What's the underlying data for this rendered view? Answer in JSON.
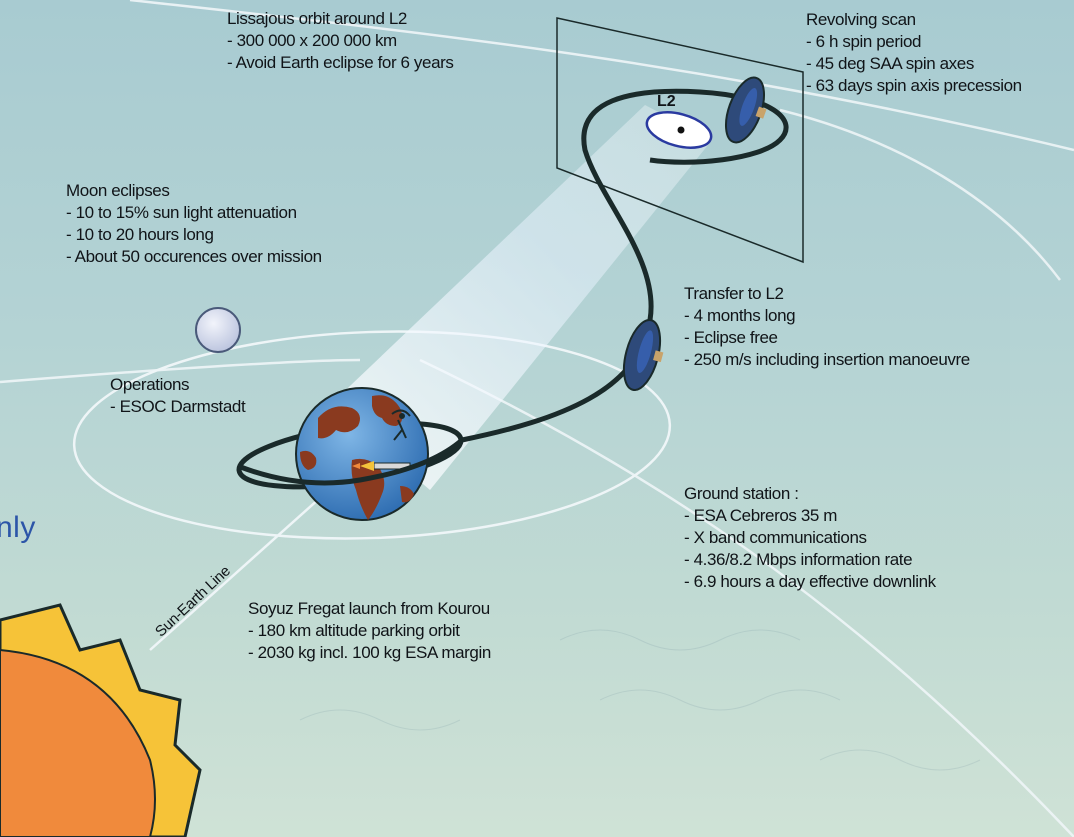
{
  "labels": {
    "lissajous": {
      "title": "Lissajous orbit around L2",
      "lines": [
        "- 300 000 x 200 000 km",
        "- Avoid Earth eclipse for 6 years"
      ]
    },
    "revolving": {
      "title": "Revolving scan",
      "lines": [
        "- 6 h spin period",
        "- 45 deg SAA spin axes",
        "- 63 days spin axis precession"
      ]
    },
    "moon": {
      "title": "Moon eclipses",
      "lines": [
        "- 10 to 15% sun light attenuation",
        "- 10 to 20 hours long",
        "- About 50 occurences over mission"
      ]
    },
    "transfer": {
      "title": "Transfer to L2",
      "lines": [
        "- 4 months long",
        "- Eclipse free",
        "- 250 m/s including insertion manoeuvre"
      ]
    },
    "operations": {
      "title": "Operations",
      "lines": [
        "- ESOC Darmstadt"
      ]
    },
    "ground": {
      "title": "Ground station :",
      "lines": [
        "- ESA Cebreros 35 m",
        "- X band communications",
        "- 4.36/8.2 Mbps information rate",
        "- 6.9 hours a day effective downlink"
      ]
    },
    "soyuz": {
      "title": "Soyuz Fregat launch from Kourou",
      "lines": [
        "- 180 km altitude parking orbit",
        "- 2030 kg incl. 100 kg ESA margin"
      ]
    }
  },
  "l2_label": "L2",
  "sun_earth_line": "Sun-Earth Line",
  "side_text": "nly",
  "colors": {
    "background": "#b2d1d3",
    "sun_core": "#f08a3c",
    "sun_rays": "#f6c338",
    "earth_ocean": "#3d84c8",
    "earth_land": "#8a3a1f",
    "moon": "#d6dcec",
    "orbit": "#e8f1f4",
    "trajectory": "#1a2a2a",
    "cone": "#e6f1ff",
    "side_text": "#2c55a8"
  }
}
